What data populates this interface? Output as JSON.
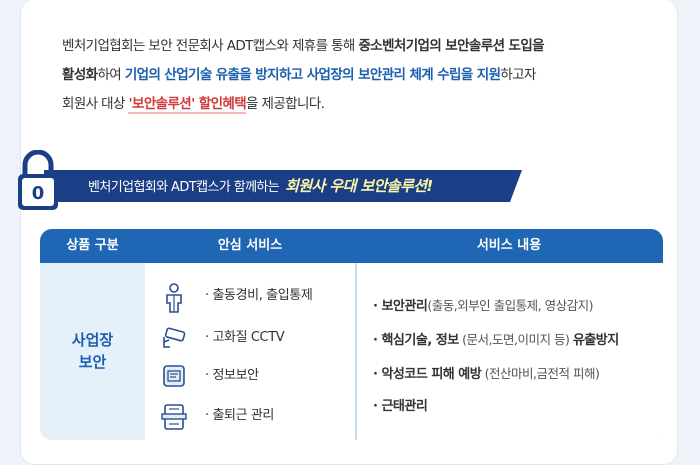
{
  "intro": {
    "line1_plain": "벤처기업협회는 보안 전문회사 ADT캡스와 제휴를 통해 ",
    "line1_bold": "중소벤처기업의 보안솔루션 도입을",
    "line2_bold": "활성화",
    "line2_mid": "하여 ",
    "line2_blue": "기업의 산업기술 유출을 방지하고 사업장의 보안관리 체계 수립을 지원",
    "line2_end": "하고자",
    "line3_plain": "회원사 대상 ",
    "line3_red": "'보안솔루션' 할인혜택",
    "line3_end": "을 제공합니다."
  },
  "banner": {
    "text": "벤처기업협회와 ADT캡스가 함께하는",
    "highlight": "회원사 우대 보안솔루션!"
  },
  "lock_icon_label": "0",
  "table": {
    "headers": [
      "상품 구분",
      "안심 서비스",
      "서비스 내용"
    ],
    "category_line1": "사업장",
    "category_line2": "보안",
    "services": [
      {
        "icon": "guard-icon",
        "label": "· 출동경비, 출입통제"
      },
      {
        "icon": "cctv-icon",
        "label": "· 고화질 CCTV"
      },
      {
        "icon": "document-icon",
        "label": "· 정보보안"
      },
      {
        "icon": "time-clock-icon",
        "label": "· 출퇴근 관리"
      }
    ],
    "details": [
      {
        "bold": "· 보안관리",
        "sub": "(출동,외부인 출입통제, 영상감지)",
        "end": ""
      },
      {
        "bold": "· 핵심기술, 정보",
        "sub": " (문서,도면,이미지 등) ",
        "end": "유출방지"
      },
      {
        "bold": "· 악성코드 피해 예방",
        "sub": " (전산마비,금전적 피해)",
        "end": ""
      },
      {
        "bold": "· 근태관리",
        "sub": "",
        "end": ""
      }
    ]
  },
  "colors": {
    "header_blue": "#1f67b4",
    "banner_navy": "#1b3f86",
    "accent_blue": "#1c5fae",
    "accent_red": "#d23a3a"
  }
}
